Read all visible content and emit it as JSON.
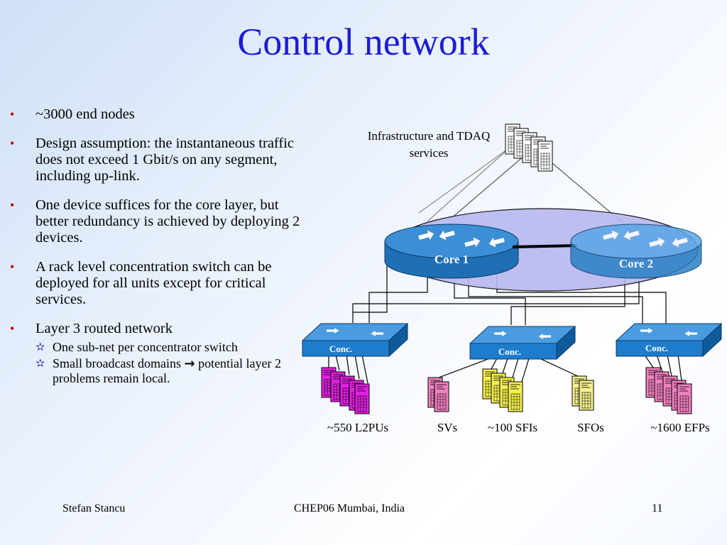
{
  "slide": {
    "title": "Control network",
    "bullets": [
      {
        "text": "~3000 end nodes"
      },
      {
        "text": "Design assumption: the instantaneous traffic does not exceed 1 Gbit/s on any segment, including up-link."
      },
      {
        "text": "One device suffices for the core layer, but better redundancy is achieved by deploying 2 devices."
      },
      {
        "text": "A rack level concentration switch can be deployed for all units except for critical services."
      },
      {
        "text": "Layer 3 routed network",
        "sub": [
          {
            "text": "One sub-net per concentrator switch"
          },
          {
            "text_before": "Small broadcast domains ",
            "arrow": "→",
            "text_after": " potential layer 2 problems remain local."
          }
        ]
      }
    ]
  },
  "diagram": {
    "infra_label_line1": "Infrastructure and TDAQ",
    "infra_label_line2": "services",
    "core1_label": "Core 1",
    "core2_label": "Core 2",
    "conc1_label": "Conc.",
    "conc2_label": "Conc.",
    "conc3_label": "Conc.",
    "group_labels": [
      "~550 L2PUs",
      "SVs",
      "~100 SFIs",
      "SFOs",
      "~1600 EFPs"
    ],
    "colors": {
      "router": "#2a7fc4",
      "switch": "#1e7ccc",
      "core_ellipse": "#b8b8f0",
      "l2pu": "#e020e0",
      "sv": "#f080c0",
      "sfi": "#f5f050",
      "sfo": "#f5f090",
      "efp": "#f080c0",
      "infra": "#ffffff"
    }
  },
  "footer": {
    "author": "Stefan Stancu",
    "event": "CHEP06 Mumbai, India",
    "page": "11"
  }
}
